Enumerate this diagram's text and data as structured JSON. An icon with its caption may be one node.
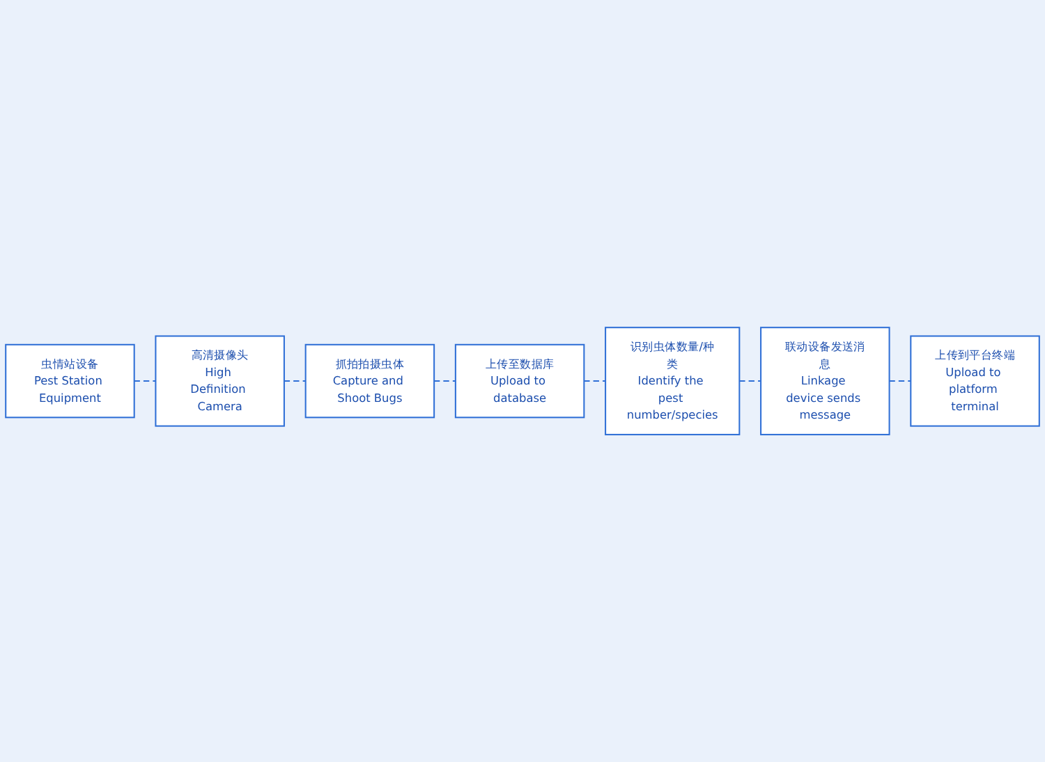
{
  "diagram": {
    "nodes": [
      {
        "text": [
          "虫情站设备",
          "Pest Station Equipment"
        ]
      },
      {
        "text": [
          "高清摄像头",
          "High Definition Camera"
        ]
      },
      {
        "text": [
          "抓拍拍摄虫体",
          "Capture and Shoot Bugs"
        ]
      },
      {
        "text": [
          "上传至数据库",
          "Upload to database"
        ]
      },
      {
        "text": [
          "识别虫体数量/种类",
          "Identify the pest number/species"
        ]
      },
      {
        "text": [
          "联动设备发送消息",
          "Linkage device sends message"
        ]
      },
      {
        "text": [
          "上传到平台终端",
          "Upload to platform terminal"
        ]
      }
    ],
    "edges": [
      {
        "from": 0,
        "to": 1,
        "arrow": "none",
        "style": "dashed"
      },
      {
        "from": 1,
        "to": 2,
        "arrow": "none",
        "style": "dashed"
      },
      {
        "from": 2,
        "to": 3,
        "arrow": "none",
        "style": "dashed"
      },
      {
        "from": 3,
        "to": 4,
        "arrow": "none",
        "style": "dashed"
      },
      {
        "from": 4,
        "to": 5,
        "arrow": "none",
        "style": "dashed"
      },
      {
        "from": 5,
        "to": 6,
        "arrow": "none",
        "style": "dashed"
      }
    ]
  }
}
